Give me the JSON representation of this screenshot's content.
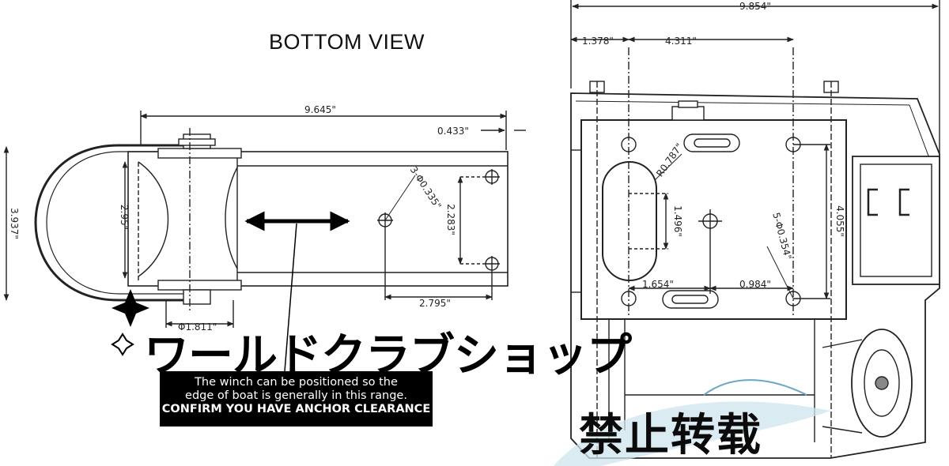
{
  "title": "BOTTOM VIEW",
  "bottom_view": {
    "overall_length": "9.645\"",
    "height": "3.937\"",
    "inner_height": "2.95\"",
    "edge_offset": "0.433\"",
    "hole_spacing_v": "2.283\"",
    "hole_spacing_h": "2.795\"",
    "holes": "3-Φ0.335\"",
    "roller_dia": "Φ1.811\""
  },
  "top_view": {
    "overall_width": "9.854\"",
    "offset_left": "1.378\"",
    "hole_spacing": "4.311\"",
    "slot_radius": "R0.787\"",
    "slot_width": "1.496\"",
    "holes": "5-Φ0.354\"",
    "plate_height": "4.055\"",
    "bottom_left": "1.654\"",
    "bottom_right": "0.984\""
  },
  "note": {
    "line1": "The winch can be positioned so the",
    "line2": "edge of boat is generally in this range.",
    "line3": "CONFIRM YOU HAVE ANCHOR CLEARANCE"
  },
  "watermark": "ワールドクラブショップ",
  "stamp": "禁止转载"
}
